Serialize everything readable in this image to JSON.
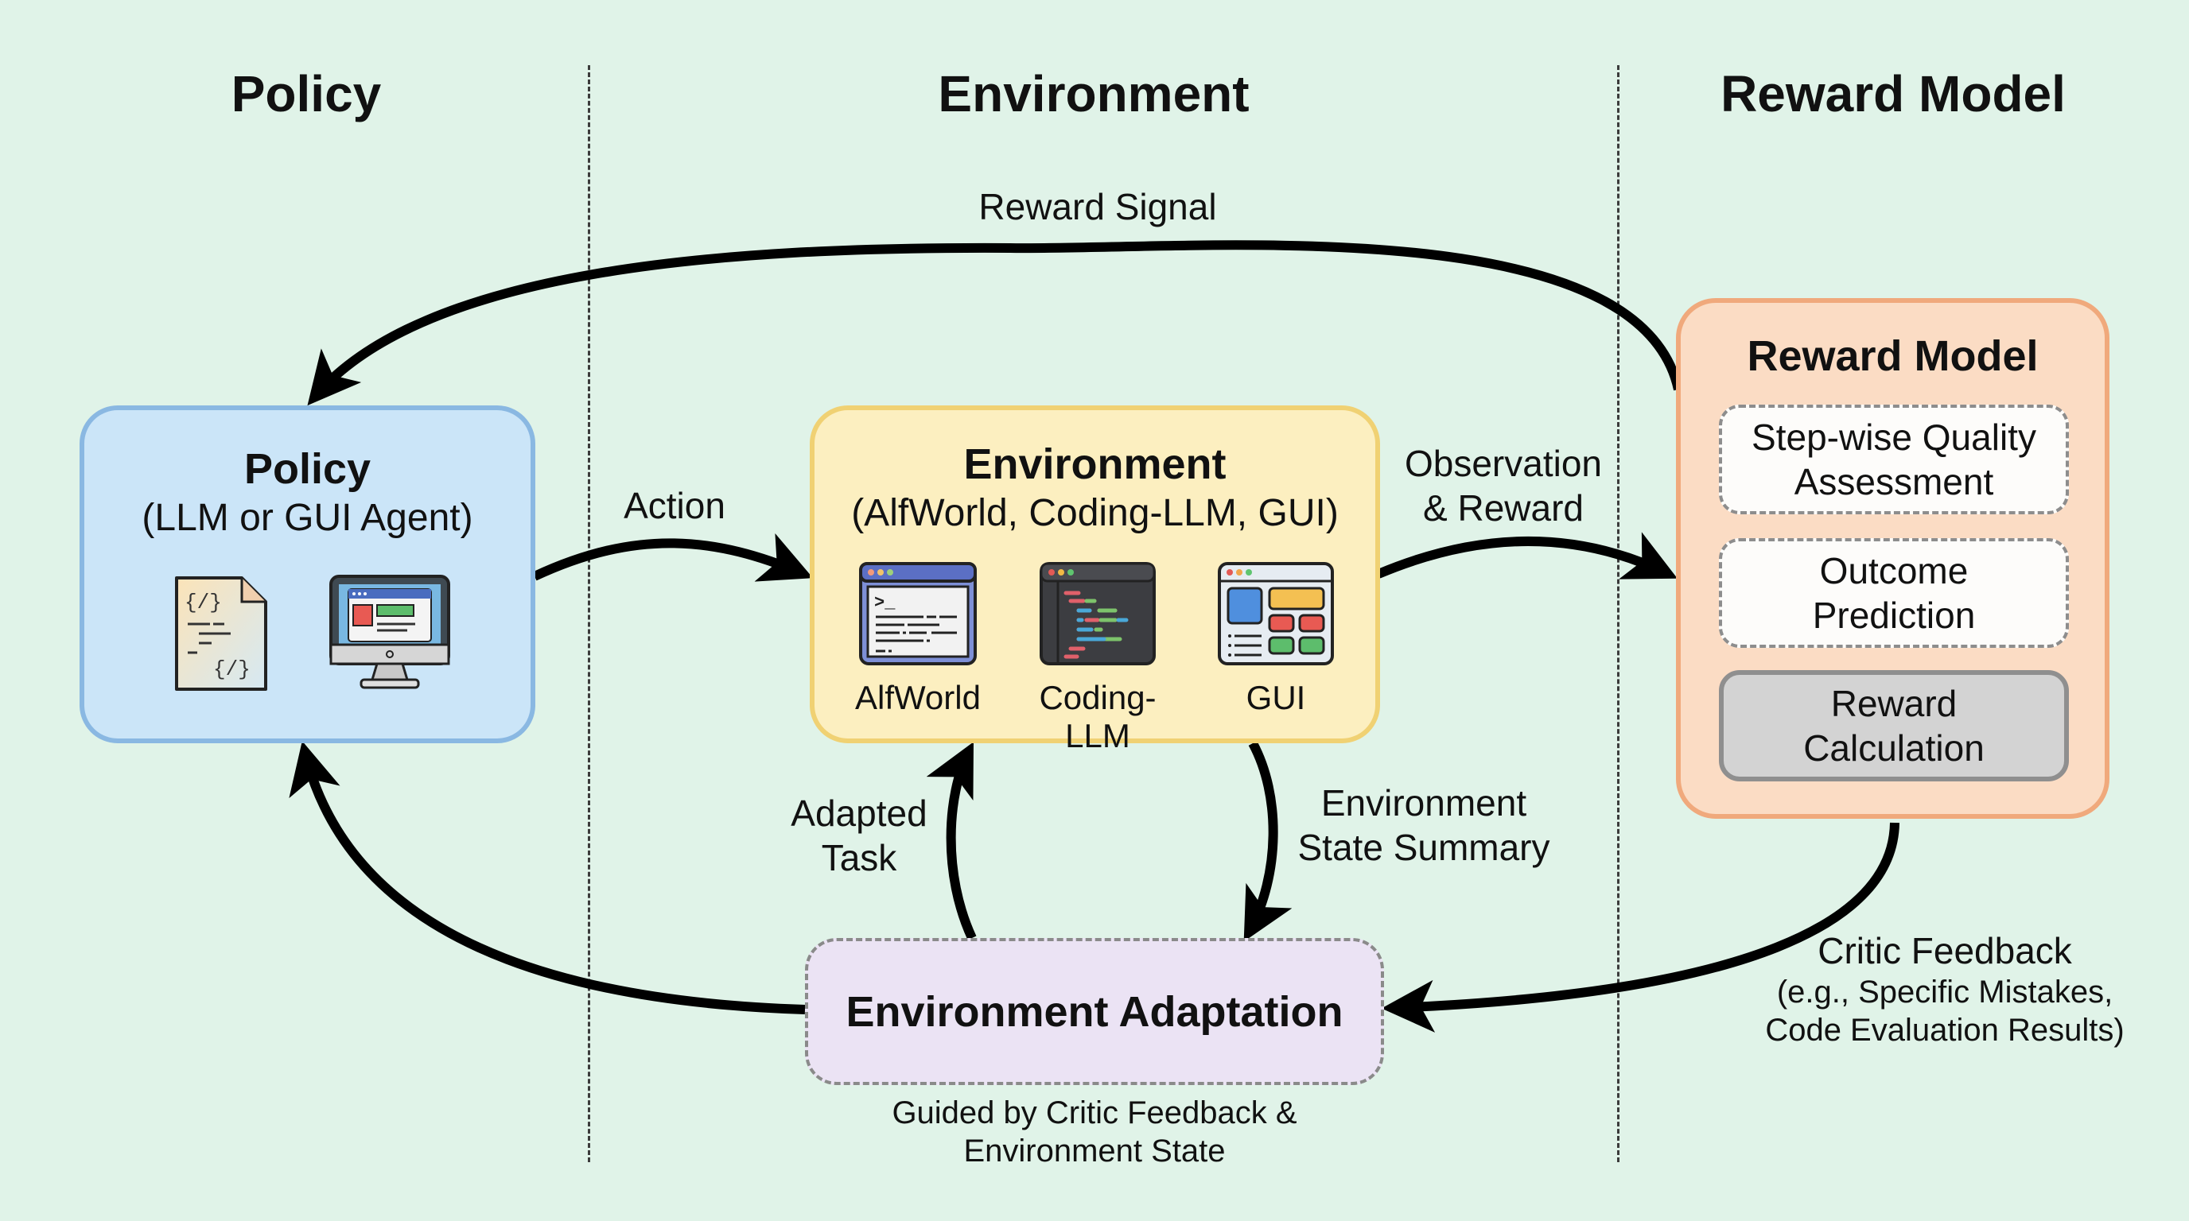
{
  "columns": {
    "policy": "Policy",
    "environment": "Environment",
    "reward_model": "Reward Model"
  },
  "policy_box": {
    "title": "Policy",
    "subtitle": "(LLM or GUI Agent)",
    "icons": [
      "code-file-icon",
      "monitor-icon"
    ]
  },
  "environment_box": {
    "title": "Environment",
    "subtitle": "(AlfWorld, Coding-LLM, GUI)",
    "items": [
      {
        "label": "AlfWorld",
        "icon": "terminal-window-icon"
      },
      {
        "label": "Coding-LLM",
        "icon": "code-editor-icon"
      },
      {
        "label": "GUI",
        "icon": "gui-window-icon"
      }
    ]
  },
  "reward_model_box": {
    "title": "Reward Model",
    "components": [
      {
        "line1": "Step-wise Quality",
        "line2": "Assessment"
      },
      {
        "line1": "Outcome",
        "line2": "Prediction"
      },
      {
        "line1": "Reward",
        "line2": "Calculation"
      }
    ]
  },
  "adaptation_box": {
    "title": "Environment Adaptation",
    "caption_line1": "Guided by Critic Feedback &",
    "caption_line2": "Environment State"
  },
  "edges": {
    "reward_signal": "Reward Signal",
    "action": "Action",
    "observation_line1": "Observation",
    "observation_line2": "& Reward",
    "adapted_task_line1": "Adapted",
    "adapted_task_line2": "Task",
    "state_summary_line1": "Environment",
    "state_summary_line2": "State Summary",
    "critic_feedback": "Critic Feedback",
    "critic_detail_line1": "(e.g., Specific Mistakes,",
    "critic_detail_line2": "Code Evaluation Results)"
  },
  "colors": {
    "background": "#e0f3e8",
    "policy_fill": "#cbe5f8",
    "policy_border": "#8ab8e2",
    "environment_fill": "#fcefc0",
    "environment_border": "#f0d173",
    "reward_fill": "#fbdcc4",
    "reward_border": "#f0a97c",
    "adaptation_fill": "#ebe3f4"
  }
}
